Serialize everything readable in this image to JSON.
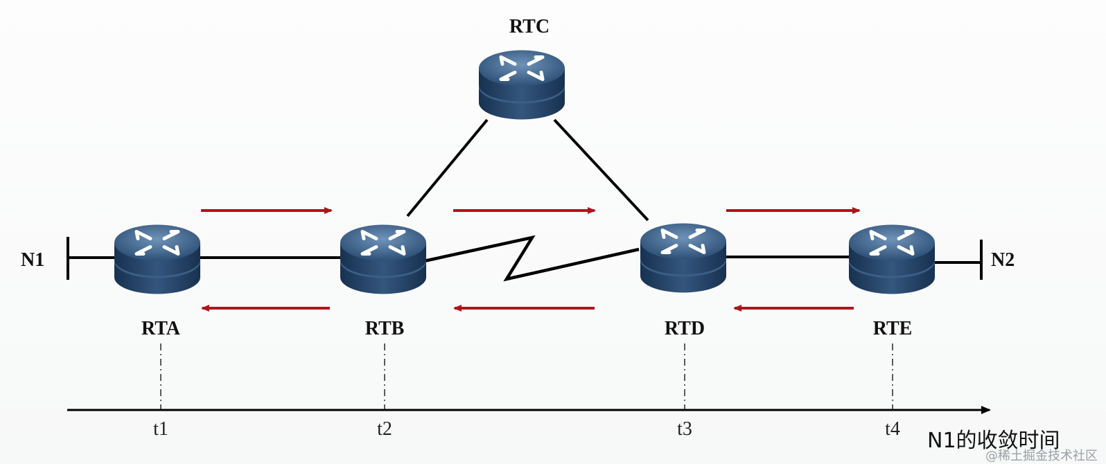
{
  "routers": [
    {
      "id": "rta",
      "label": "RTA"
    },
    {
      "id": "rtb",
      "label": "RTB"
    },
    {
      "id": "rtc",
      "label": "RTC"
    },
    {
      "id": "rtd",
      "label": "RTD"
    },
    {
      "id": "rte",
      "label": "RTE"
    }
  ],
  "networks": {
    "left": "N1",
    "right": "N2"
  },
  "timeline": {
    "ticks": [
      "t1",
      "t2",
      "t3",
      "t4"
    ],
    "title": "N1的收敛时间"
  },
  "watermark": "@稀土掘金技术社区",
  "colors": {
    "arrow": "#b0141c",
    "line": "#000000",
    "router_top": "#4a6f96",
    "router_body": "#1f3b5c"
  }
}
